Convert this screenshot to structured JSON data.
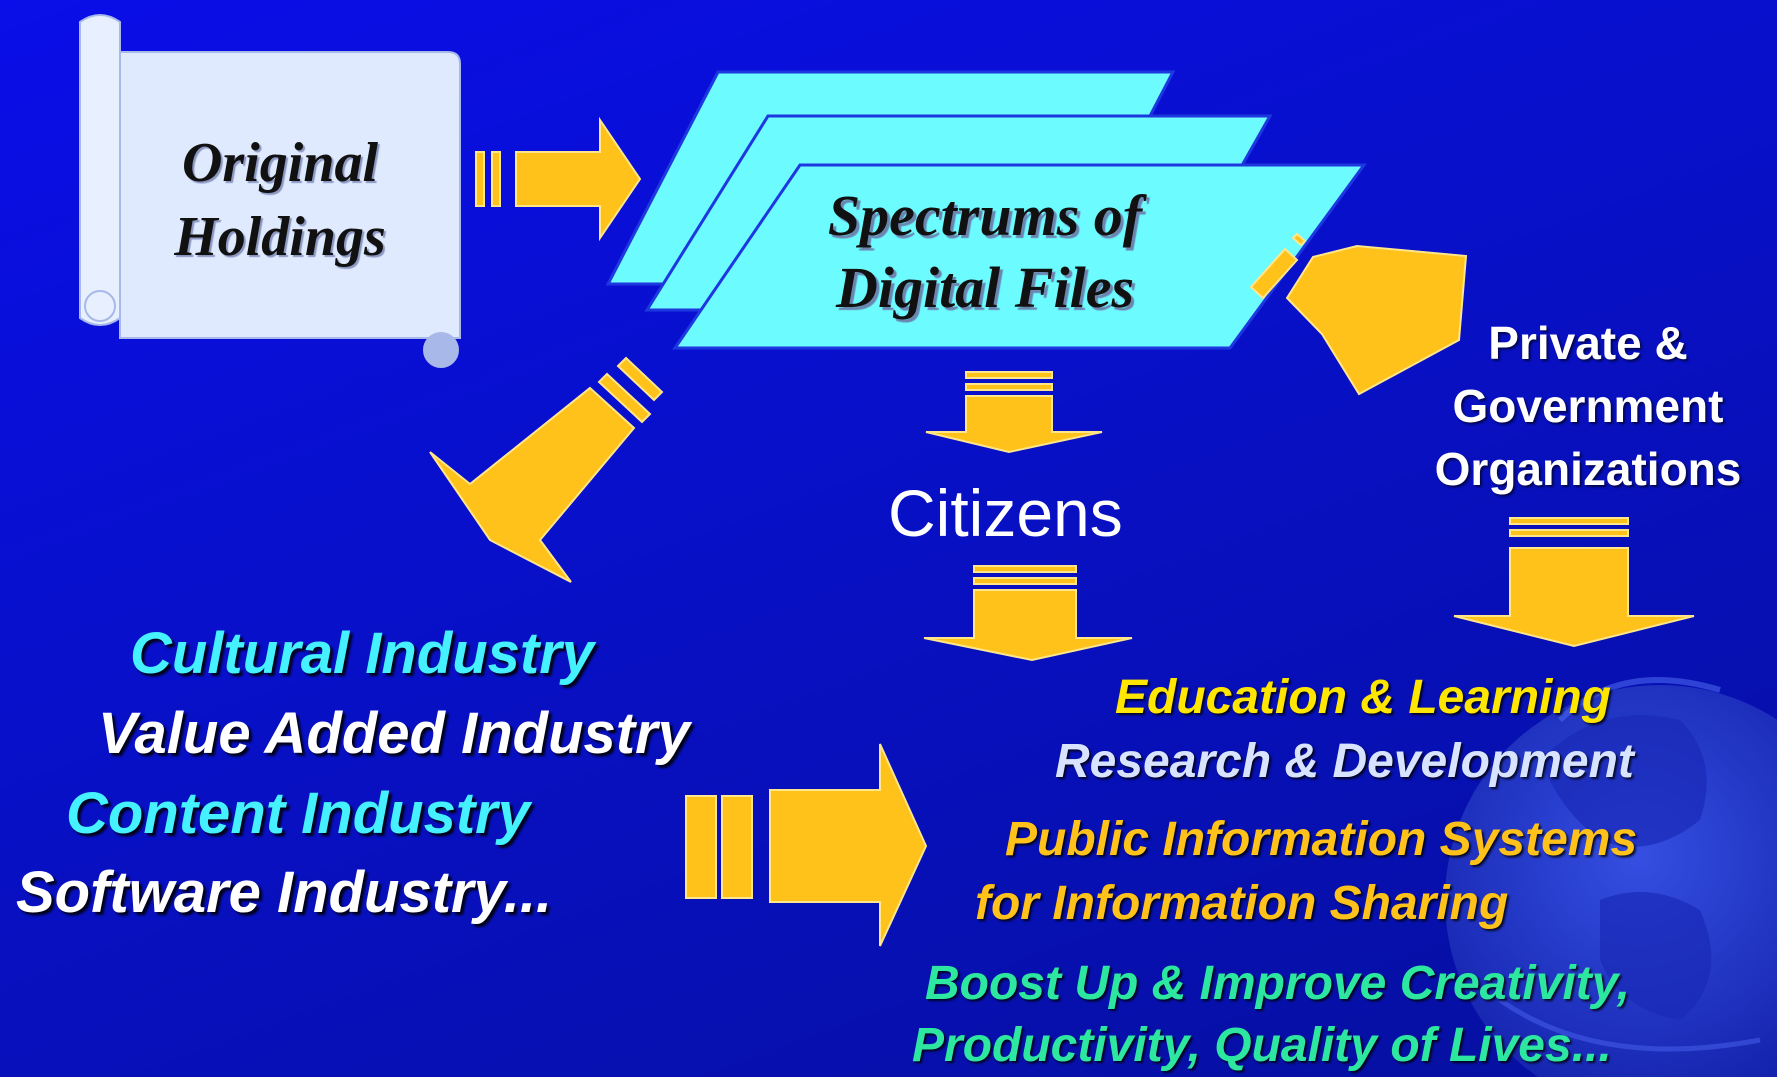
{
  "colors": {
    "background": "#0a0ee8",
    "arrow_fill": "#ffc21a",
    "parallelogram_fill": "#6cfbff",
    "scroll_fill": "#dfeaff",
    "cyan_text": "#45f0ff",
    "white_text": "#ffffff",
    "yellow_text": "#ffe600",
    "lavender_text": "#d8e4ff",
    "orange_text": "#ffc21a",
    "green_text": "#2de6a0"
  },
  "nodes": {
    "original_holdings": [
      "Original",
      "Holdings"
    ],
    "digital_files": [
      "Spectrums of",
      "Digital Files"
    ],
    "citizens": "Citizens",
    "organizations": [
      "Private &",
      "Government",
      "Organizations"
    ]
  },
  "left_outcomes": [
    "Cultural Industry",
    "Value Added Industry",
    "Content Industry",
    "Software Industry..."
  ],
  "right_outcomes": {
    "education": "Education & Learning",
    "research": "Research & Development",
    "public_info": [
      "Public Information Systems",
      "for Information Sharing"
    ],
    "boost": [
      "Boost Up & Improve Creativity,",
      "Productivity, Quality of Lives..."
    ]
  }
}
